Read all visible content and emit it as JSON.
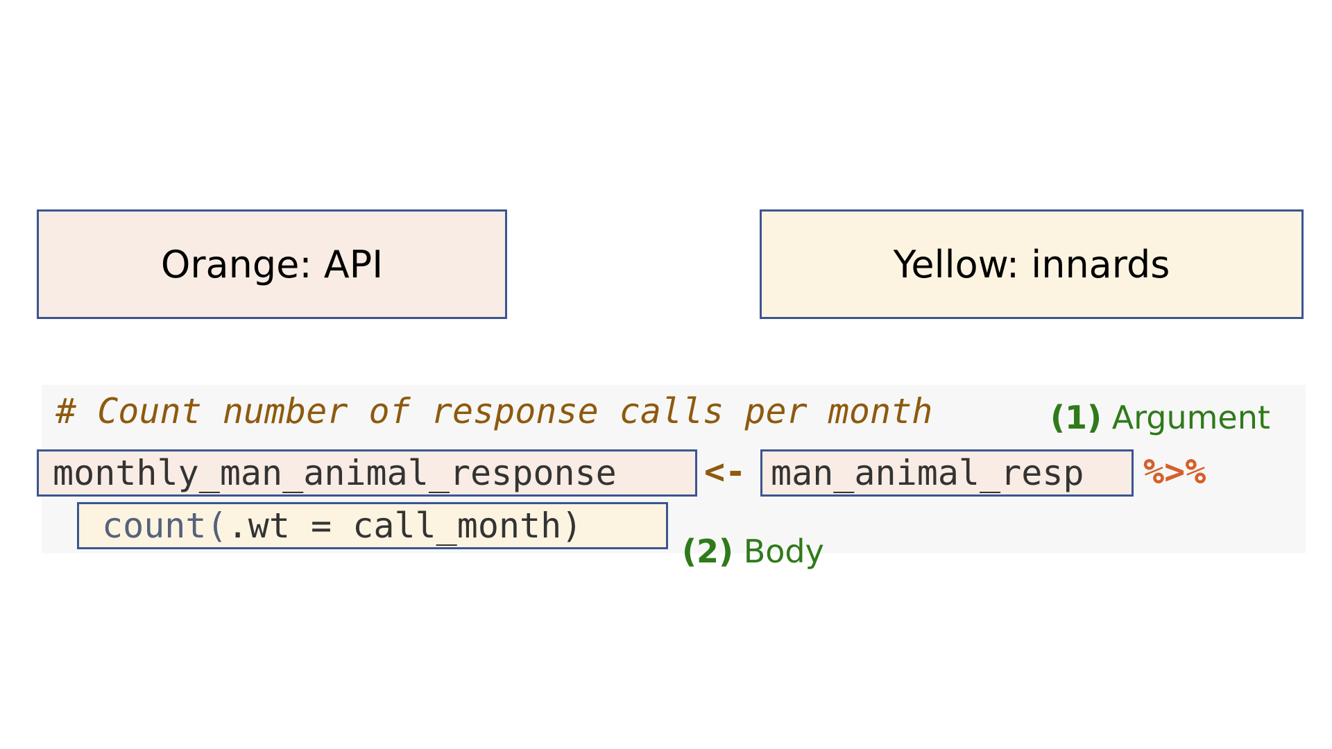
{
  "legend": {
    "orange_label": "Orange: API",
    "yellow_label": "Yellow: innards"
  },
  "code": {
    "comment": "# Count number of response calls per month",
    "lhs": "monthly_man_animal_response",
    "assign": "<-",
    "rhs": "man_animal_resp",
    "pipe": "%>%",
    "body_fn": "count(",
    "body_arg": ".wt = call_month)"
  },
  "annotations": {
    "argument_num": "(1)",
    "argument_text": "Argument",
    "body_num": "(2)",
    "body_text": "Body"
  },
  "colors": {
    "box_border": "#3a5591",
    "orange_fill": "#f8ece4",
    "yellow_fill": "#fcf4e0",
    "comment": "#8e5a0e",
    "pipe": "#d5602a",
    "annotation": "#2f7a1a"
  }
}
